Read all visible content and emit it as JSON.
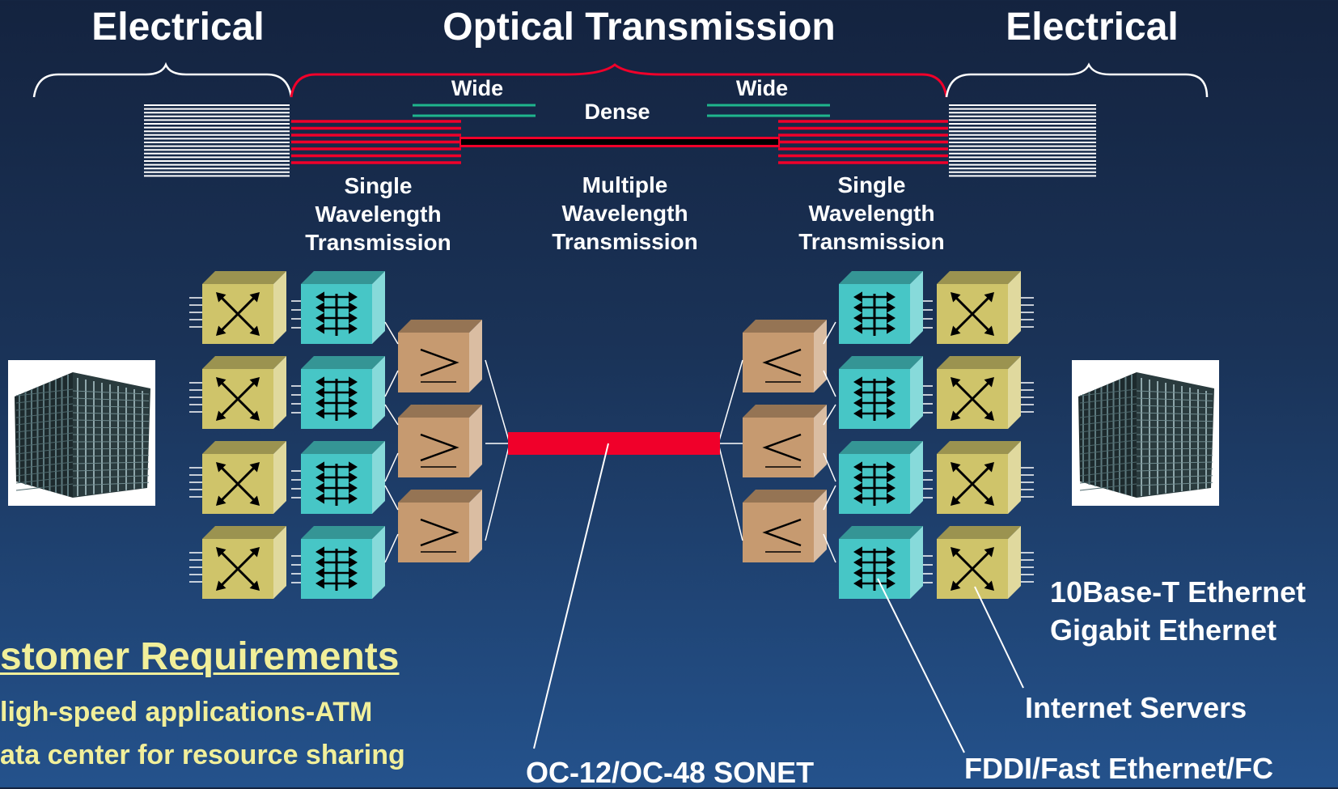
{
  "header": {
    "left": "Electrical",
    "center": "Optical Transmission",
    "right": "Electrical"
  },
  "bands": {
    "wide_left": "Wide",
    "dense": "Dense",
    "wide_right": "Wide"
  },
  "sections": {
    "left": [
      "Single",
      "Wavelength",
      "Transmission"
    ],
    "center": [
      "Multiple",
      "Wavelength",
      "Transmission"
    ],
    "right": [
      "Single",
      "Wavelength",
      "Transmission"
    ]
  },
  "requirements": {
    "title": "stomer Requirements",
    "items": [
      "ligh-speed applications-ATM",
      "ata center for resource sharing"
    ]
  },
  "callouts": {
    "sonet": "OC-12/OC-48 SONET",
    "ethernet_1": "10Base-T Ethernet",
    "ethernet_2": "Gigabit Ethernet",
    "servers": "Internet Servers",
    "fddi": "FDDI/Fast Ethernet/FC"
  },
  "colors": {
    "fiber_red": "#f0002a",
    "band_green": "#1fb58c",
    "switch_yellow": "#cfc46a",
    "mux_cyan": "#47c6c6",
    "amp_tan": "#c69a70",
    "requirements_text": "#f1ef9a"
  },
  "icons": {
    "switch": "crossed-arrows-icon",
    "mux": "bidirectional-arrows-icon",
    "amplifier": "wedge-icon",
    "building": "office-building-icon"
  }
}
